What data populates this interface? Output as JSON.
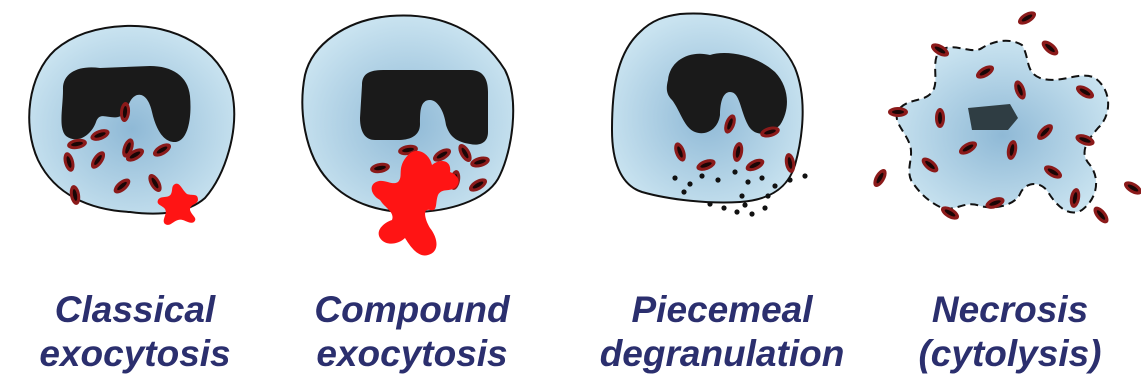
{
  "colors": {
    "cytoplasm": "#bcdbeb",
    "cytoplasm_core": "#8fb9d6",
    "nucleus": "#1a1a1a",
    "granule": "#8b1a1a",
    "granule_core": "#1a0606",
    "release": "#ff1414",
    "label": "#2b2f6e"
  },
  "panels": [
    {
      "id": "classical",
      "line1": "Classical",
      "line2": "exocytosis"
    },
    {
      "id": "compound",
      "line1": "Compound",
      "line2": "exocytosis"
    },
    {
      "id": "piecemeal",
      "line1": "Piecemeal",
      "line2": "degranulation"
    },
    {
      "id": "necrosis",
      "line1": "Necrosis",
      "line2": "(cytolysis)"
    }
  ]
}
